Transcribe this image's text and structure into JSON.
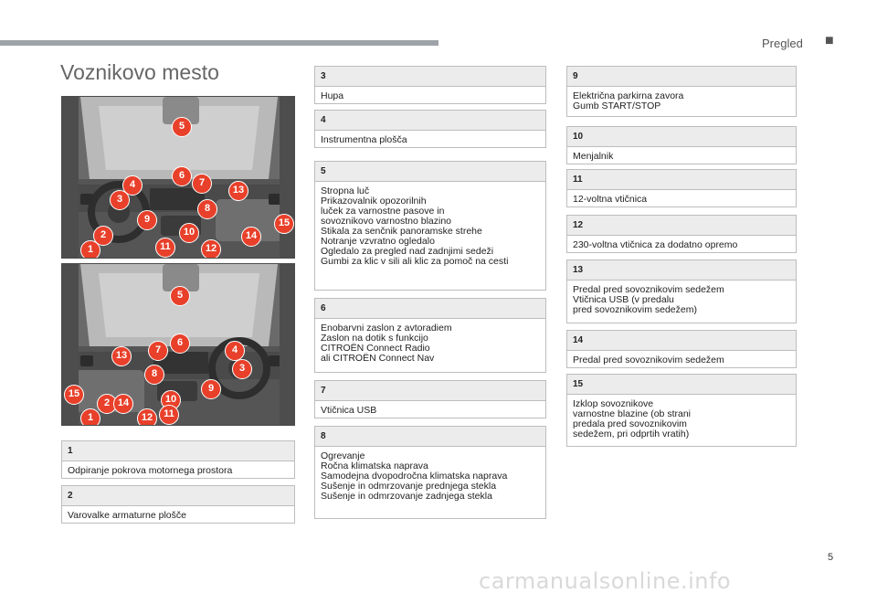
{
  "header": {
    "section": "Pregled",
    "dot": "■"
  },
  "page_title": "Voznikovo mesto",
  "page_number": "5",
  "watermark": "carmanualsonline.info",
  "figure_top": {
    "markers": [
      "1",
      "2",
      "3",
      "4",
      "5",
      "6",
      "7",
      "8",
      "9",
      "10",
      "11",
      "12",
      "13",
      "14",
      "15"
    ]
  },
  "figure_bottom": {
    "markers": [
      "1",
      "2",
      "3",
      "4",
      "5",
      "6",
      "7",
      "8",
      "9",
      "10",
      "11",
      "12",
      "13",
      "14",
      "15"
    ]
  },
  "boxes": [
    {
      "num": "1",
      "lines": [
        "Odpiranje pokrova motornega prostora"
      ]
    },
    {
      "num": "2",
      "lines": [
        "Varovalke armaturne plošče"
      ]
    },
    {
      "num": "3",
      "lines": [
        "Hupa"
      ]
    },
    {
      "num": "4",
      "lines": [
        "Instrumentna plošča"
      ]
    },
    {
      "num": "5",
      "lines": [
        "Stropna luč",
        "Prikazovalnik opozorilnih",
        "luček za varnostne pasove in",
        "sovoznikovo varnostno blazino",
        "Stikala za senčnik panoramske strehe",
        "Notranje vzvratno ogledalo",
        "Ogledalo za pregled nad zadnjimi sedeži",
        "Gumbi za klic v sili ali klic za pomoč na cesti"
      ]
    },
    {
      "num": "6",
      "lines": [
        "Enobarvni zaslon z avtoradiem",
        "Zaslon na dotik s funkcijo",
        "CITROËN Connect Radio",
        "ali CITROËN Connect Nav"
      ]
    },
    {
      "num": "7",
      "lines": [
        "Vtičnica USB"
      ]
    },
    {
      "num": "8",
      "lines": [
        "Ogrevanje",
        "Ročna klimatska naprava",
        "Samodejna dvopodročna klimatska naprava",
        "Sušenje in odmrzovanje prednjega stekla",
        "Sušenje in odmrzovanje zadnjega stekla"
      ]
    },
    {
      "num": "9",
      "lines": [
        "Električna parkirna zavora",
        "Gumb START/STOP"
      ]
    },
    {
      "num": "10",
      "lines": [
        "Menjalnik"
      ]
    },
    {
      "num": "11",
      "lines": [
        "12-voltna vtičnica"
      ]
    },
    {
      "num": "12",
      "lines": [
        "230-voltna vtičnica za dodatno opremo"
      ]
    },
    {
      "num": "13",
      "lines": [
        "Predal pred sovoznikovim sedežem",
        "Vtičnica USB (v predalu",
        "pred sovoznikovim sedežem)"
      ]
    },
    {
      "num": "14",
      "lines": [
        "Predal pred sovoznikovim sedežem"
      ]
    },
    {
      "num": "15",
      "lines": [
        "Izklop sovoznikove",
        "varnostne blazine (ob strani",
        "predala pred sovoznikovim",
        "sedežem, pri odprtih vratih)"
      ]
    }
  ]
}
